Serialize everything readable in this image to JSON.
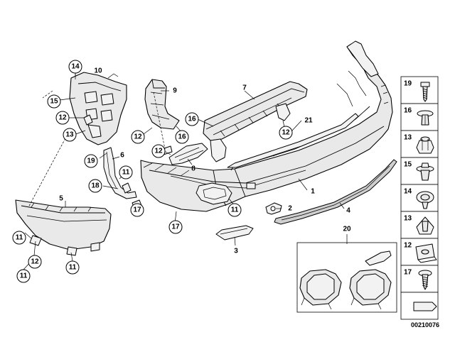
{
  "diagram_ref": "00210076",
  "callouts": [
    {
      "label": "14"
    },
    {
      "label": "10"
    },
    {
      "label": "15"
    },
    {
      "label": "12"
    },
    {
      "label": "13"
    },
    {
      "label": "19"
    },
    {
      "label": "9"
    },
    {
      "label": "12"
    },
    {
      "label": "16"
    },
    {
      "label": "7"
    },
    {
      "label": "16"
    },
    {
      "label": "12"
    },
    {
      "label": "21"
    },
    {
      "label": "12"
    },
    {
      "label": "8"
    },
    {
      "label": "6"
    },
    {
      "label": "11"
    },
    {
      "label": "18"
    },
    {
      "label": "17"
    },
    {
      "label": "5"
    },
    {
      "label": "17"
    },
    {
      "label": "11"
    },
    {
      "label": "1"
    },
    {
      "label": "2"
    },
    {
      "label": "4"
    },
    {
      "label": "3"
    },
    {
      "label": "20"
    },
    {
      "label": "11"
    },
    {
      "label": "12"
    },
    {
      "label": "11"
    },
    {
      "label": "11"
    }
  ],
  "legend": [
    {
      "label": "19",
      "icon": "screw-icon"
    },
    {
      "label": "16",
      "icon": "expanding-rivet-icon"
    },
    {
      "label": "13",
      "icon": "hex-nut-icon"
    },
    {
      "label": "15",
      "icon": "spreader-nut-icon"
    },
    {
      "label": "14",
      "icon": "push-clip-icon"
    },
    {
      "label": "13",
      "icon": "clip-nut-icon"
    },
    {
      "label": "12",
      "icon": "sheet-nut-icon"
    },
    {
      "label": "17",
      "icon": "self-tapping-screw-icon"
    },
    {
      "label": "",
      "icon": "sheet-strip-icon"
    }
  ]
}
